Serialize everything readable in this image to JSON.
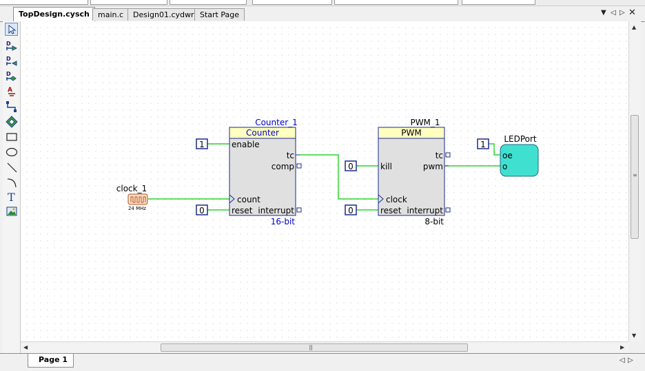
{
  "tabs": [
    {
      "label": "TopDesign.cysch",
      "active": true
    },
    {
      "label": "main.c",
      "active": false
    },
    {
      "label": "Design01.cydwr",
      "active": false
    },
    {
      "label": "Start Page",
      "active": false
    }
  ],
  "tab_controls": {
    "menu_icon": "dropdown-arrow-icon",
    "left_icon": "scroll-left-icon",
    "right_icon": "scroll-right-icon",
    "close_icon": "close-icon"
  },
  "palette": [
    "pointer-tool-icon",
    "digital-input-pin-icon",
    "digital-output-pin-icon",
    "digital-bidir-pin-icon",
    "analog-pin-icon",
    "wire-tool-icon",
    "component-tool-icon",
    "rectangle-tool-icon",
    "ellipse-tool-icon",
    "line-tool-icon",
    "arc-tool-icon",
    "text-tool-icon",
    "image-tool-icon"
  ],
  "schematic": {
    "counter": {
      "instance": "Counter_1",
      "type": "Counter",
      "pins_left": [
        "enable",
        "count",
        "reset"
      ],
      "pins_right": [
        "tc",
        "comp",
        "interrupt"
      ],
      "resolution": "16-bit"
    },
    "pwm": {
      "instance": "PWM_1",
      "type": "PWM",
      "pins_left": [
        "kill",
        "clock",
        "reset"
      ],
      "pins_right": [
        "tc",
        "pwm",
        "interrupt"
      ],
      "resolution": "8-bit"
    },
    "clock": {
      "instance": "clock_1",
      "freq": "24 MHz"
    },
    "led_port": {
      "instance": "LEDPort",
      "pins": [
        "oe",
        "o"
      ]
    },
    "constants": {
      "counter_enable": "1",
      "counter_reset": "0",
      "pwm_kill": "0",
      "pwm_reset": "0",
      "led_oe": "1"
    }
  },
  "colors": {
    "wire": "#00cc00",
    "component_header": "#ffffc0",
    "component_body": "#e0e0e0",
    "instance_blue": "#0000c0",
    "led_fill": "#40e0d0"
  },
  "page_tab": {
    "label": "Page 1"
  }
}
